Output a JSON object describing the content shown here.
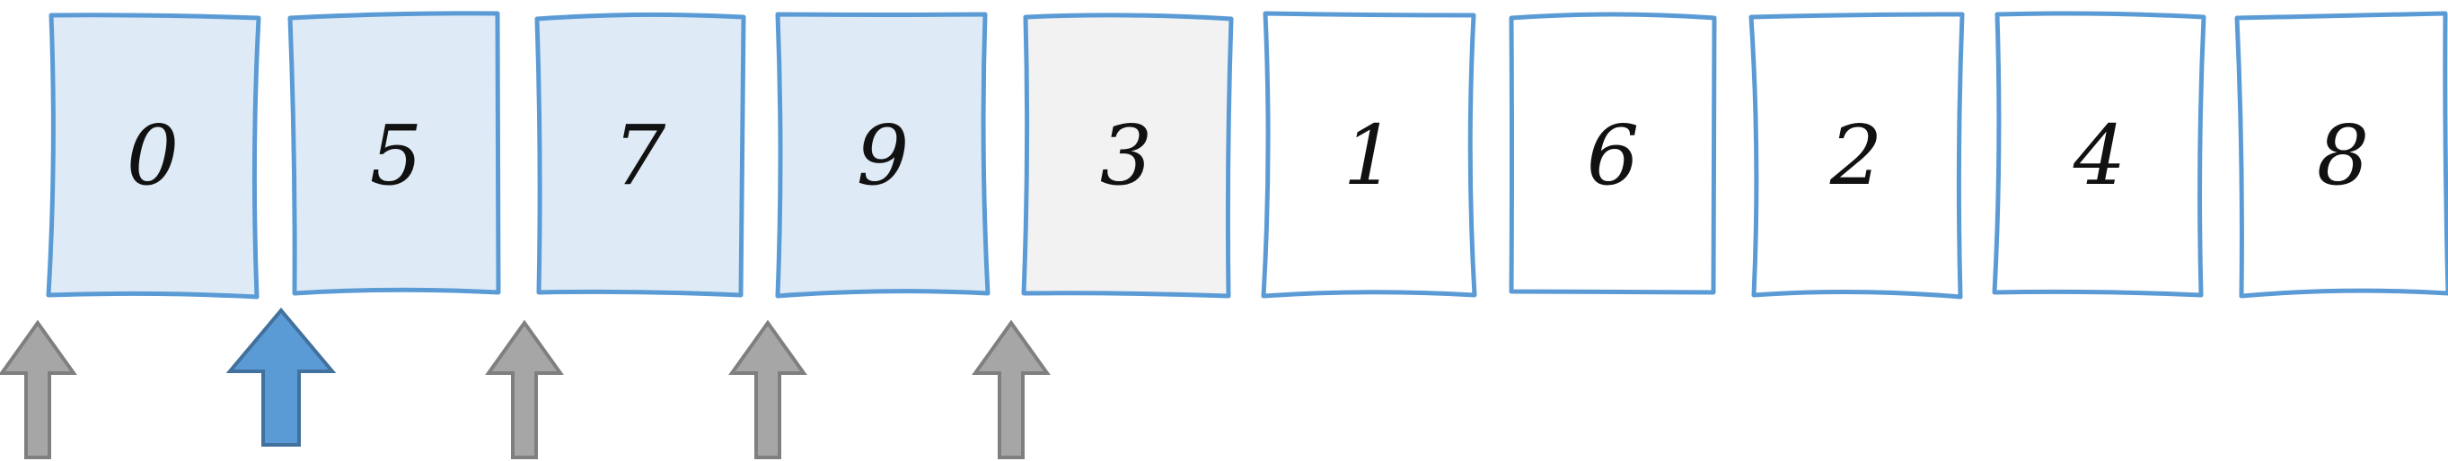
{
  "array": {
    "cells": [
      {
        "label": "0",
        "state": "sorted"
      },
      {
        "label": "5",
        "state": "sorted"
      },
      {
        "label": "7",
        "state": "sorted"
      },
      {
        "label": "9",
        "state": "sorted"
      },
      {
        "label": "3",
        "state": "current"
      },
      {
        "label": "1",
        "state": "unsorted"
      },
      {
        "label": "6",
        "state": "unsorted"
      },
      {
        "label": "2",
        "state": "unsorted"
      },
      {
        "label": "4",
        "state": "unsorted"
      },
      {
        "label": "8",
        "state": "unsorted"
      }
    ]
  },
  "pointers": [
    {
      "slot": 0,
      "style": "inactive",
      "icon": "up-arrow-icon"
    },
    {
      "slot": 1,
      "style": "active",
      "icon": "up-arrow-icon"
    },
    {
      "slot": 2,
      "style": "inactive",
      "icon": "up-arrow-icon"
    },
    {
      "slot": 3,
      "style": "inactive",
      "icon": "up-arrow-icon"
    },
    {
      "slot": 4,
      "style": "inactive",
      "icon": "up-arrow-icon"
    }
  ],
  "colors": {
    "border": "#5b9bd5",
    "sorted_fill": "#deeaf6",
    "current_fill": "#f2f2f2",
    "unsorted_fill": "#ffffff",
    "active_arrow_fill": "#5b9bd5",
    "active_arrow_stroke": "#41719c",
    "inactive_arrow_fill": "#a6a6a6",
    "inactive_arrow_stroke": "#7f7f7f"
  }
}
